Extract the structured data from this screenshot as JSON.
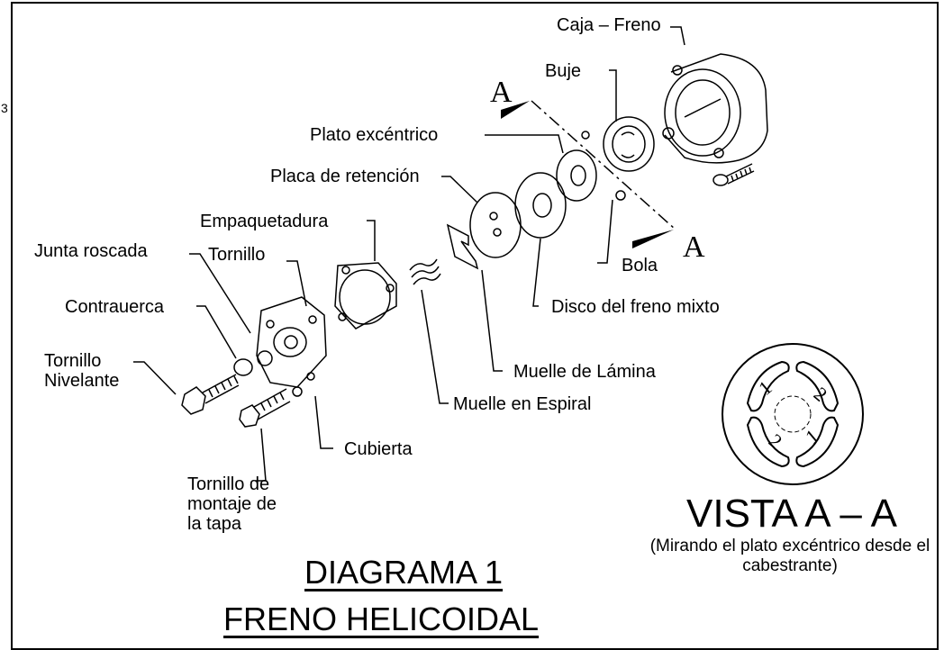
{
  "labels": {
    "caja_freno": "Caja – Freno",
    "buje": "Buje",
    "plato_excentrico": "Plato excéntrico",
    "placa_retencion": "Placa de retención",
    "empaquetadura": "Empaquetadura",
    "junta_roscada": "Junta roscada",
    "tornillo": "Tornillo",
    "contrauerca": "Contrauerca",
    "tornillo_nivelante": "Tornillo Nivelante",
    "bola": "Bola",
    "disco_freno_mixto": "Disco del freno mixto",
    "muelle_lamina": "Muelle de Lámina",
    "muelle_espiral": "Muelle en Espiral",
    "cubierta": "Cubierta",
    "tornillo_montaje_tapa": "Tornillo de montaje de la tapa"
  },
  "section_marks": {
    "a1": "A",
    "a2": "A"
  },
  "view": {
    "title": "VISTA A – A",
    "subtitle": "(Mirando el plato excéntrico desde el cabestrante)",
    "slot_numbers": [
      "1",
      "2",
      "2",
      "1"
    ]
  },
  "title": {
    "line1": "DIAGRAMA 1",
    "line2": "FRENO HELICOIDAL"
  },
  "edge_mark": "3"
}
